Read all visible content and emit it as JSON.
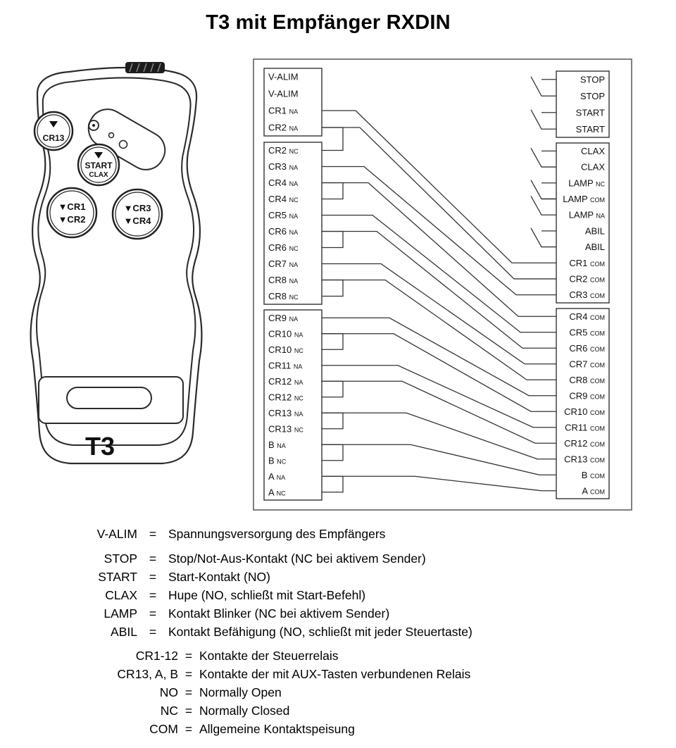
{
  "title": "T3 mit Empfänger RXDIN",
  "remote": {
    "model": "T3",
    "buttons": {
      "aux": "CR13",
      "start_line1": "START",
      "start_line2": "CLAX",
      "left_top": "▼CR1",
      "left_bottom": "▼CR2",
      "right_top": "▼CR3",
      "right_bottom": "▼CR4"
    }
  },
  "diagram": {
    "left_terminals": [
      {
        "label": "V-ALIM",
        "sub": ""
      },
      {
        "label": "V-ALIM",
        "sub": ""
      },
      {
        "label": "CR1",
        "sub": "NA"
      },
      {
        "label": "CR2",
        "sub": "NA"
      },
      {
        "label": "CR2",
        "sub": "NC"
      },
      {
        "label": "CR3",
        "sub": "NA"
      },
      {
        "label": "CR4",
        "sub": "NA"
      },
      {
        "label": "CR4",
        "sub": "NC"
      },
      {
        "label": "CR5",
        "sub": "NA"
      },
      {
        "label": "CR6",
        "sub": "NA"
      },
      {
        "label": "CR6",
        "sub": "NC"
      },
      {
        "label": "CR7",
        "sub": "NA"
      },
      {
        "label": "CR8",
        "sub": "NA"
      },
      {
        "label": "CR8",
        "sub": "NC"
      },
      {
        "label": "CR9",
        "sub": "NA"
      },
      {
        "label": "CR10",
        "sub": "NA"
      },
      {
        "label": "CR10",
        "sub": "NC"
      },
      {
        "label": "CR11",
        "sub": "NA"
      },
      {
        "label": "CR12",
        "sub": "NA"
      },
      {
        "label": "CR12",
        "sub": "NC"
      },
      {
        "label": "CR13",
        "sub": "NA"
      },
      {
        "label": "CR13",
        "sub": "NC"
      },
      {
        "label": "B",
        "sub": "NA"
      },
      {
        "label": "B",
        "sub": "NC"
      },
      {
        "label": "A",
        "sub": "NA"
      },
      {
        "label": "A",
        "sub": "NC"
      }
    ],
    "right_terminals": [
      {
        "label": "STOP",
        "sub": ""
      },
      {
        "label": "STOP",
        "sub": ""
      },
      {
        "label": "START",
        "sub": ""
      },
      {
        "label": "START",
        "sub": ""
      },
      {
        "label": "CLAX",
        "sub": ""
      },
      {
        "label": "CLAX",
        "sub": ""
      },
      {
        "label": "LAMP",
        "sub": "NC"
      },
      {
        "label": "LAMP",
        "sub": "COM"
      },
      {
        "label": "LAMP",
        "sub": "NA"
      },
      {
        "label": "ABIL",
        "sub": ""
      },
      {
        "label": "ABIL",
        "sub": ""
      },
      {
        "label": "CR1",
        "sub": "COM"
      },
      {
        "label": "CR2",
        "sub": "COM"
      },
      {
        "label": "CR3",
        "sub": "COM"
      },
      {
        "label": "CR4",
        "sub": "COM"
      },
      {
        "label": "CR5",
        "sub": "COM"
      },
      {
        "label": "CR6",
        "sub": "COM"
      },
      {
        "label": "CR7",
        "sub": "COM"
      },
      {
        "label": "CR8",
        "sub": "COM"
      },
      {
        "label": "CR9",
        "sub": "COM"
      },
      {
        "label": "CR10",
        "sub": "COM"
      },
      {
        "label": "CR11",
        "sub": "COM"
      },
      {
        "label": "CR12",
        "sub": "COM"
      },
      {
        "label": "CR13",
        "sub": "COM"
      },
      {
        "label": "B",
        "sub": "COM"
      },
      {
        "label": "A",
        "sub": "COM"
      }
    ],
    "left_pairs": [
      [
        3,
        4
      ],
      [
        6,
        7
      ],
      [
        9,
        10
      ],
      [
        12,
        13
      ],
      [
        15,
        16
      ],
      [
        18,
        19
      ],
      [
        20,
        21
      ],
      [
        22,
        23
      ],
      [
        24,
        25
      ]
    ],
    "right_switch_pairs": [
      [
        0,
        1
      ],
      [
        2,
        3
      ],
      [
        4,
        5
      ],
      [
        6,
        7
      ],
      [
        7,
        8
      ],
      [
        9,
        10
      ]
    ],
    "wires": [
      [
        2,
        11
      ],
      [
        3,
        12
      ],
      [
        5,
        13
      ],
      [
        6,
        14
      ],
      [
        8,
        15
      ],
      [
        9,
        16
      ],
      [
        11,
        17
      ],
      [
        12,
        18
      ],
      [
        14,
        19
      ],
      [
        15,
        20
      ],
      [
        17,
        21
      ],
      [
        18,
        22
      ],
      [
        20,
        23
      ],
      [
        22,
        24
      ],
      [
        24,
        25
      ]
    ]
  },
  "legend": {
    "eq": "=",
    "main": [
      {
        "term": "V-ALIM",
        "desc": "Spannungsversorgung des Empfängers"
      },
      {
        "term": "STOP",
        "desc": "Stop/Not-Aus-Kontakt (NC bei aktivem Sender)"
      },
      {
        "term": "START",
        "desc": "Start-Kontakt (NO)"
      },
      {
        "term": "CLAX",
        "desc": "Hupe (NO, schließt mit Start-Befehl)"
      },
      {
        "term": "LAMP",
        "desc": "Kontakt Blinker (NC bei aktivem Sender)"
      },
      {
        "term": "ABIL",
        "desc": "Kontakt Befähigung (NO, schließt mit jeder Steuertaste)"
      }
    ],
    "aux": [
      {
        "term": "CR1-12",
        "desc": "Kontakte der Steuerrelais"
      },
      {
        "term": "CR13, A, B",
        "desc": "Kontakte der mit AUX-Tasten verbundenen Relais"
      },
      {
        "term": "NO",
        "desc": "Normally Open"
      },
      {
        "term": "NC",
        "desc": "Normally Closed"
      },
      {
        "term": "COM",
        "desc": "Allgemeine Kontaktspeisung"
      }
    ]
  }
}
